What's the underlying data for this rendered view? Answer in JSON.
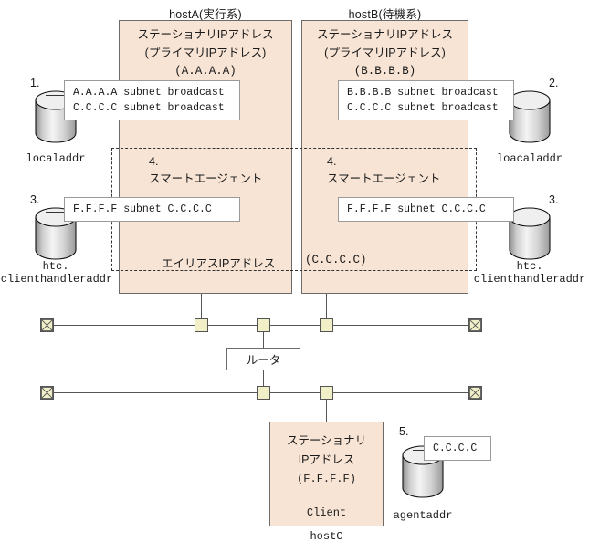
{
  "hosts": {
    "a": {
      "caption": "hostA(実行系)",
      "head_line1": "ステーショナリIPアドレス",
      "head_line2": "(プライマリIPアドレス)",
      "head_line3": "(A.A.A.A)",
      "agent_num": "4.",
      "agent_label": "スマートエージェント",
      "alias_label": "エイリアスIPアドレス"
    },
    "b": {
      "caption": "hostB(待機系)",
      "head_line1": "ステーショナリIPアドレス",
      "head_line2": "(プライマリIPアドレス)",
      "head_line3": "(B.B.B.B)",
      "agent_num": "4.",
      "agent_label": "スマートエージェント",
      "alias_value": "(C.C.C.C)"
    }
  },
  "callouts": {
    "a_broadcast_line1": "A.A.A.A subnet broadcast",
    "a_broadcast_line2": "C.C.C.C subnet broadcast",
    "b_broadcast_line1": "B.B.B.B subnet broadcast",
    "b_broadcast_line2": "C.C.C.C subnet broadcast",
    "a_handler": "F.F.F.F subnet C.C.C.C",
    "b_handler": "F.F.F.F subnet C.C.C.C",
    "agent_value": "C.C.C.C"
  },
  "cylinders": {
    "a_local": {
      "num": "1.",
      "label": "localaddr"
    },
    "b_local": {
      "num": "2.",
      "label": "loacaladdr"
    },
    "a_handler": {
      "num": "3.",
      "label_line1": "htc.",
      "label_line2": "clienthandleraddr"
    },
    "b_handler": {
      "num": "3.",
      "label_line1": "htc.",
      "label_line2": "clienthandleraddr"
    },
    "agent": {
      "num": "5.",
      "label": "agentaddr"
    }
  },
  "router": {
    "label": "ルータ"
  },
  "client": {
    "line1": "ステーショナリ",
    "line2": "IPアドレス",
    "line3": "(F.F.F.F)",
    "name": "Client",
    "caption": "hostC"
  },
  "colors": {
    "host_fill": "#f7e4d5",
    "node_fill": "#f0efc8",
    "border": "#6b6b6b",
    "line": "#555555"
  }
}
